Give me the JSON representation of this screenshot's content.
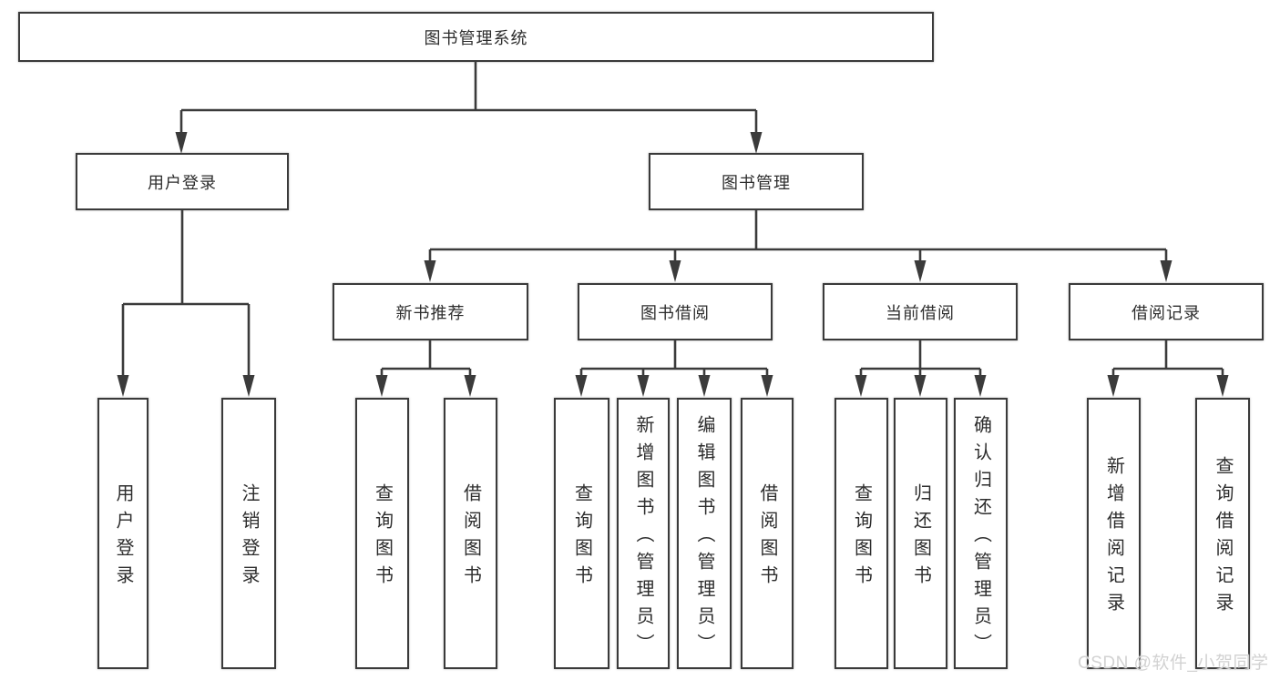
{
  "tree": {
    "root": {
      "label": "图书管理系统"
    },
    "branches": [
      {
        "label": "用户登录",
        "leaves": [
          "用户登录",
          "注销登录"
        ]
      },
      {
        "label": "图书管理",
        "sections": [
          {
            "label": "新书推荐",
            "leaves": [
              "查询图书",
              "借阅图书"
            ]
          },
          {
            "label": "图书借阅",
            "leaves": [
              "查询图书",
              "新增图书（管理员）",
              "编辑图书（管理员）",
              "借阅图书"
            ]
          },
          {
            "label": "当前借阅",
            "leaves": [
              "查询图书",
              "归还图书",
              "确认归还（管理员）"
            ]
          },
          {
            "label": "借阅记录",
            "leaves": [
              "新增借阅记录",
              "查询借阅记录"
            ]
          }
        ]
      }
    ]
  },
  "watermark": "CSDN @软件_小贺同学",
  "colors": {
    "line": "#3b3b3b",
    "box_border": "#3a3a3a",
    "text": "#2d2d2d",
    "background": "#ffffff",
    "watermark": "#d2d2d2"
  }
}
